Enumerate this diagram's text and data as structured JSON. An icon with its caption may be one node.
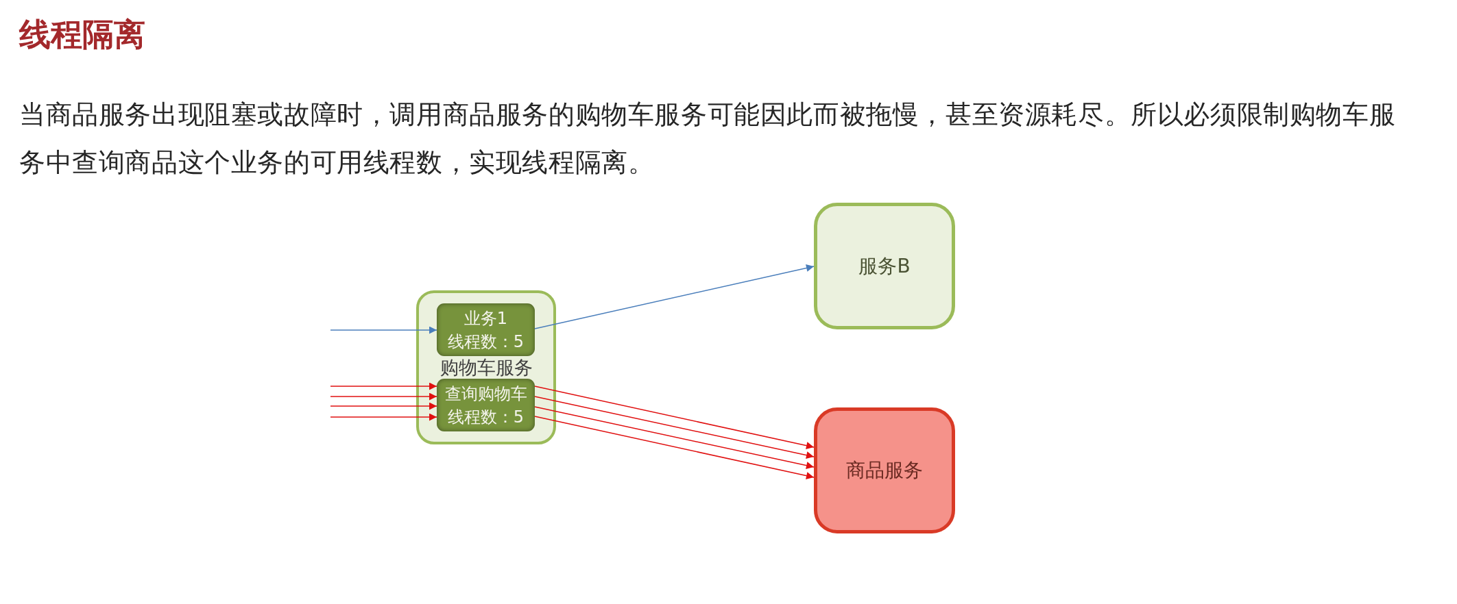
{
  "diagram": {
    "title": "线程隔离",
    "nodes": [
      {
        "text": [
          "购物车服务"
        ]
      },
      {
        "text": [
          "业务1",
          "线程数：5"
        ],
        "in": 0
      },
      {
        "text": [
          "查询购物车",
          "线程数：5"
        ],
        "in": 0
      },
      {
        "text": [
          "服务B"
        ]
      },
      {
        "text": [
          "商品服务"
        ]
      }
    ],
    "edges": [
      {
        "from": null,
        "to": 1,
        "arrow": "to",
        "color": "#4a7ebb"
      },
      {
        "from": 1,
        "to": 3,
        "arrow": "to",
        "color": "#4a7ebb"
      },
      {
        "from": null,
        "to": 2,
        "arrow": "to"
      },
      {
        "from": null,
        "to": 2,
        "arrow": "to"
      },
      {
        "from": null,
        "to": 2,
        "arrow": "to"
      },
      {
        "from": null,
        "to": 2,
        "arrow": "to"
      },
      {
        "from": 2,
        "to": 4,
        "arrow": "to"
      },
      {
        "from": 2,
        "to": 4,
        "arrow": "to"
      },
      {
        "from": 2,
        "to": 4,
        "arrow": "to"
      },
      {
        "from": 2,
        "to": 4,
        "arrow": "to"
      }
    ],
    "labels": [
      "当商品服务出现阻塞或故障时，调用商品服务的购物车服务可能因此而被拖慢，甚至资源耗尽。所以必须限制购物车服务中查询商品这个业务的可用线程数，实现线程隔离。"
    ]
  }
}
